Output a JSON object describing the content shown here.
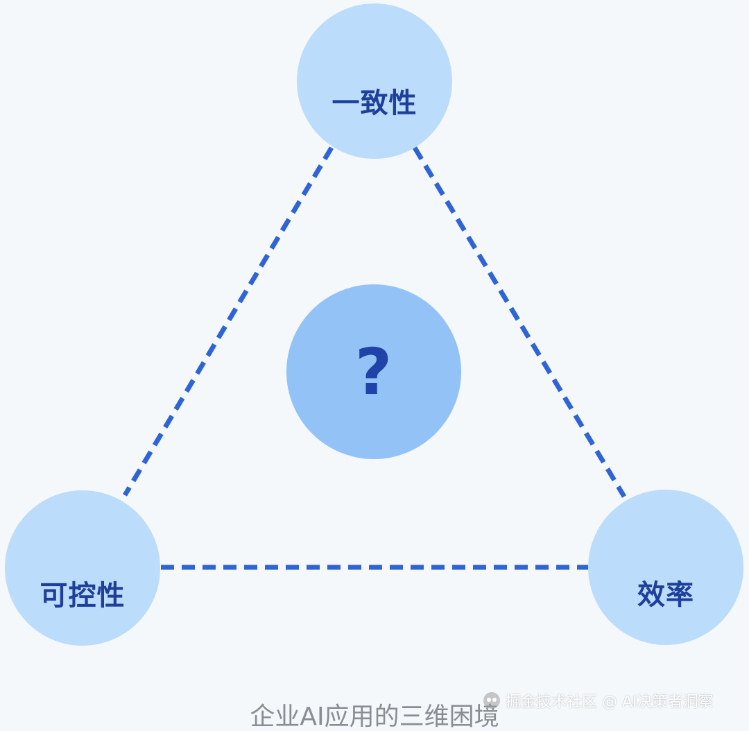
{
  "diagram": {
    "nodes": {
      "top": "一致性",
      "left": "可控性",
      "right": "效率",
      "center": "?"
    },
    "caption": "企业AI应用的三维困境",
    "watermark": "掘金技术社区 @ AI决策者洞察"
  },
  "colors": {
    "background": "#f5f8fb",
    "outer_node_fill": "#bcdcfb",
    "center_node_fill": "#93c3f6",
    "node_text": "#1e3f9a",
    "dashed_line": "#2f64d6",
    "caption_text": "#8a8d91"
  }
}
